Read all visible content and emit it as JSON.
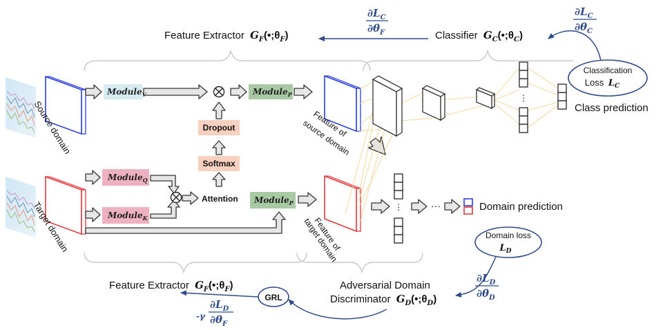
{
  "labels": {
    "feature_extractor_top": "Feature Extractor",
    "classifier": "Classifier",
    "feature_extractor_bottom": "Feature Extractor",
    "adversarial_line1": "Adversarial Domain",
    "adversarial_line2": "Discriminator",
    "source_domain": "Source domain",
    "target_domain": "Target domain",
    "feature_source_line1": "Feature of",
    "feature_source_line2": "source domain",
    "feature_target_line1": "Feature of",
    "feature_target_line2": "target domain",
    "class_prediction": "Class prediction",
    "domain_prediction": "Domain prediction",
    "classification_loss_line1": "Classification",
    "classification_loss_line2": "Loss",
    "domain_loss": "Domain loss",
    "grl": "GRL",
    "attention": "Attention",
    "dropout": "Dropout",
    "softmax": "Softmax",
    "ellipsis": "···",
    "vdots": "⋮"
  },
  "modules": {
    "v": {
      "base": "Module",
      "sub": "V"
    },
    "p_top": {
      "base": "Module",
      "sub": "P"
    },
    "q": {
      "base": "Module",
      "sub": "Q"
    },
    "k": {
      "base": "Module",
      "sub": "K"
    },
    "p_bottom": {
      "base": "Module",
      "sub": "P"
    }
  },
  "math": {
    "gf_top": {
      "G": "G",
      "sub": "F",
      "args": "(•;θ",
      "arg_sub": "F",
      "close": ")"
    },
    "gc": {
      "G": "G",
      "sub": "C",
      "args": "(•;θ",
      "arg_sub": "C",
      "close": ")"
    },
    "gf_bottom": {
      "G": "G",
      "sub": "F",
      "args": "(•;θ",
      "arg_sub": "F",
      "close": ")"
    },
    "gd": {
      "G": "G",
      "sub": "D",
      "args": "(•;θ",
      "arg_sub": "D",
      "close": ")"
    },
    "lc_symbol": {
      "L": "L",
      "sub": "C"
    },
    "ld_symbol": {
      "L": "L",
      "sub": "D"
    },
    "grad_lc_thetaf": {
      "num": "∂L",
      "num_sub": "C",
      "den": "∂θ",
      "den_sub": "F"
    },
    "grad_lc_thetac": {
      "num": "∂L",
      "num_sub": "C",
      "den": "∂θ",
      "den_sub": "C"
    },
    "grad_ld_thetad": {
      "num": "∂L",
      "num_sub": "D",
      "den": "∂θ",
      "den_sub": "D"
    },
    "grad_reversed": {
      "prefix": "-γ",
      "num": "∂L",
      "num_sub": "D",
      "den": "∂θ",
      "den_sub": "F"
    }
  },
  "colors": {
    "source_blue": "#2a3ee0",
    "target_red": "#e8383c",
    "module_v": "#d7ebf3",
    "module_p": "#a9c9a4",
    "module_qk": "#eeb1c1",
    "box_orange": "#f8d0c0",
    "arrow_blue": "#2f4b8a",
    "brace_gray": "#c8c8c8",
    "link_orange": "#f5cf8a"
  }
}
